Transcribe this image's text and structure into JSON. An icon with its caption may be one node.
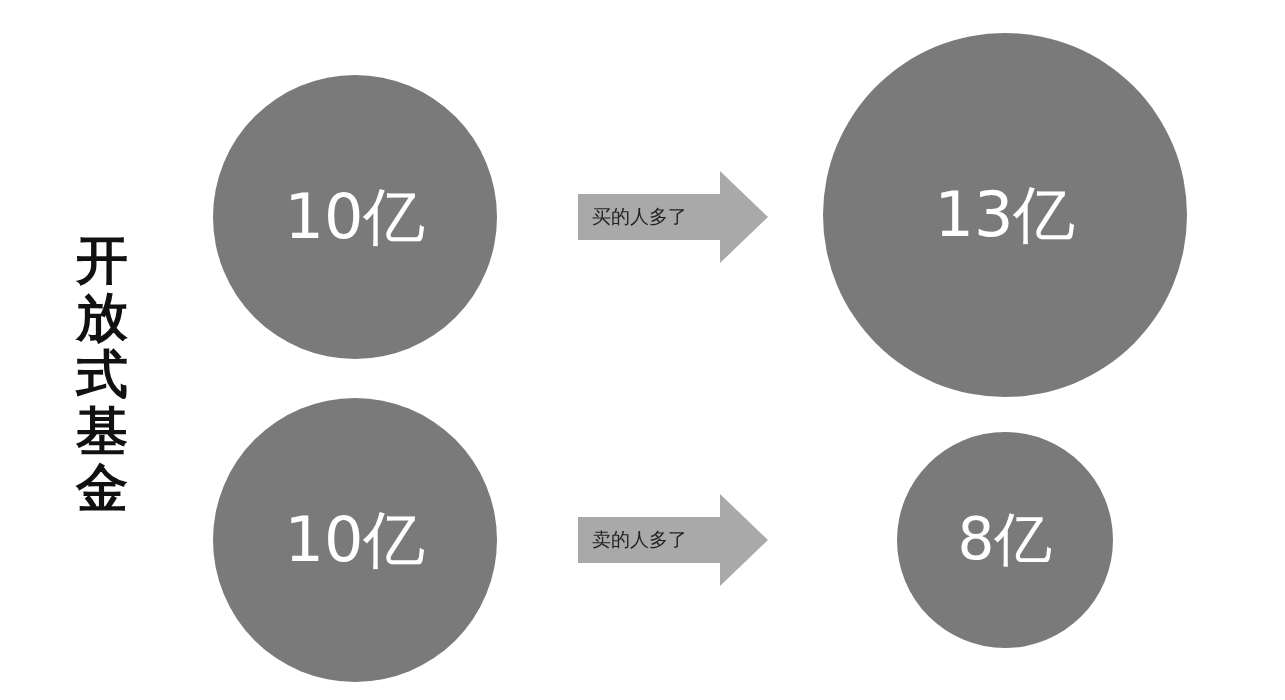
{
  "diagram": {
    "title": "开放式基金",
    "nodes": [
      {
        "text": [
          "10亿"
        ]
      },
      {
        "text": [
          "13亿"
        ]
      },
      {
        "text": [
          "10亿"
        ]
      },
      {
        "text": [
          "8亿"
        ]
      }
    ],
    "edges": [
      {
        "from": 0,
        "to": 1,
        "arrow": "to",
        "label": "买的人多了"
      },
      {
        "from": 2,
        "to": 3,
        "arrow": "to",
        "label": "卖的人多了"
      }
    ]
  }
}
